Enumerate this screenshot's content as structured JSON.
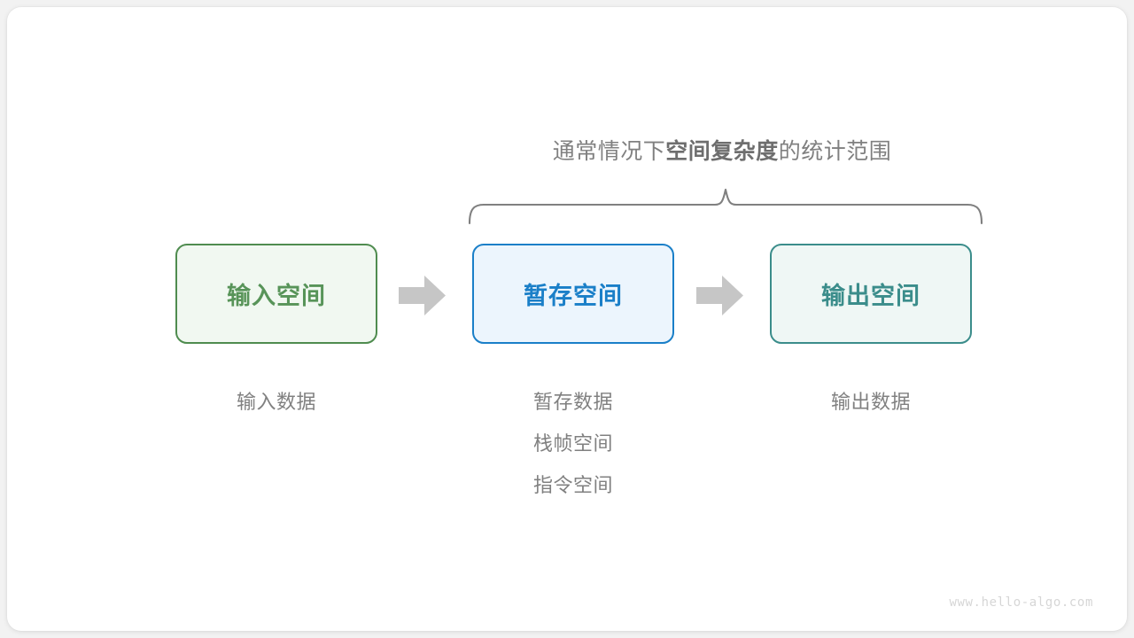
{
  "diagram": {
    "brace_caption": {
      "prefix": "通常情况下",
      "emphasis": "空间复杂度",
      "suffix": "的统计范围"
    },
    "boxes": [
      {
        "id": "input",
        "label": "输入空间",
        "border_color": "#4f8c4f",
        "fill_color": "#f1f8f1",
        "text_color": "#589459"
      },
      {
        "id": "temp",
        "label": "暂存空间",
        "border_color": "#1a7fc8",
        "fill_color": "#ecf5fd",
        "text_color": "#1a7fc8"
      },
      {
        "id": "output",
        "label": "输出空间",
        "border_color": "#3b8d8b",
        "fill_color": "#eff7f5",
        "text_color": "#3b8d8b"
      }
    ],
    "arrows": [
      {
        "id": "arrow-1",
        "from": "input",
        "to": "temp",
        "color": "#c6c6c6"
      },
      {
        "id": "arrow-2",
        "from": "temp",
        "to": "output",
        "color": "#c6c6c6"
      }
    ],
    "captions": {
      "input": [
        "输入数据"
      ],
      "temp": [
        "暂存数据",
        "栈帧空间",
        "指令空间"
      ],
      "output": [
        "输出数据"
      ]
    },
    "brace": {
      "color": "#808080",
      "covers": [
        "temp",
        "output"
      ]
    },
    "watermark": "www.hello-algo.com",
    "colors": {
      "background": "#f2f2f2",
      "card": "#ffffff",
      "muted_text": "#808080",
      "watermark_text": "#d6d6d6"
    }
  }
}
